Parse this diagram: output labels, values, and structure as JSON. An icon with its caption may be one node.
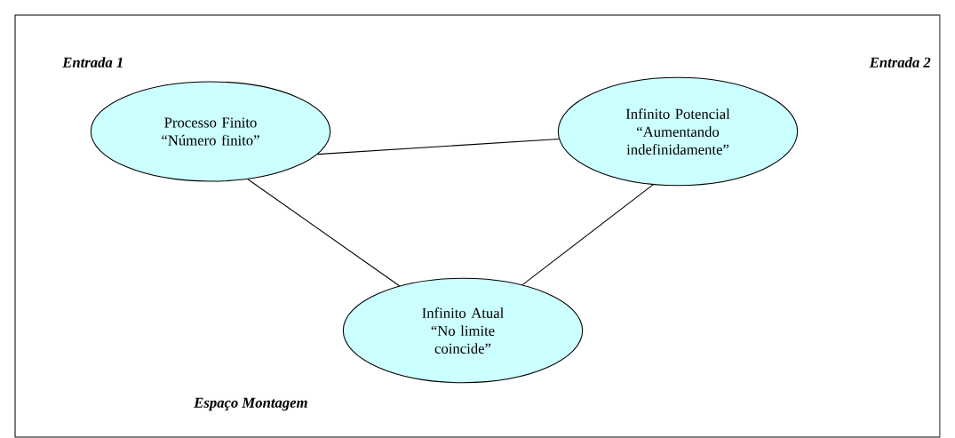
{
  "diagram": {
    "nodes": [
      {
        "text": [
          "Processo Finito",
          "“Número finito”"
        ]
      },
      {
        "text": [
          "Infinito Potencial",
          "“Aumentando indefinidamente”"
        ]
      },
      {
        "text": [
          "Infinito Atual",
          "“No limite coincide”"
        ]
      }
    ],
    "edges": [
      {
        "from": 0,
        "to": 1,
        "arrow": "none"
      },
      {
        "from": 0,
        "to": 2,
        "arrow": "none"
      },
      {
        "from": 1,
        "to": 2,
        "arrow": "none"
      }
    ],
    "labels": [
      "Entrada 1",
      "Entrada 2",
      "Espaço Montagem"
    ]
  }
}
